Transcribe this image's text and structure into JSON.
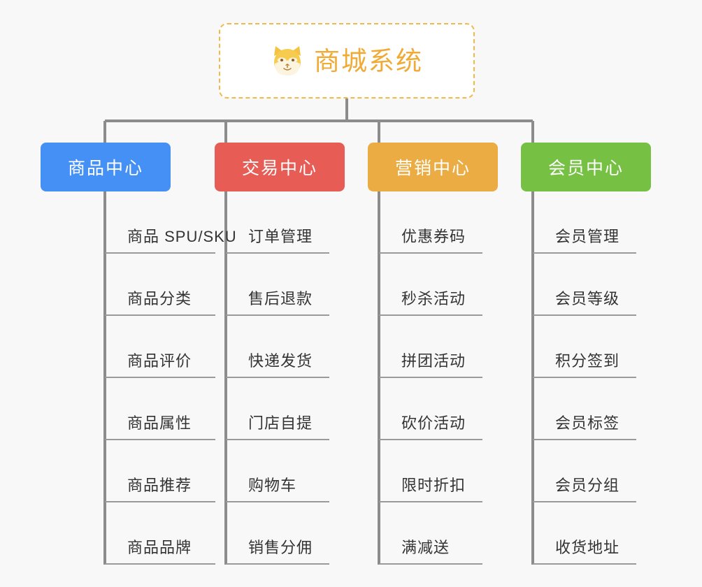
{
  "root": {
    "title": "商城系统",
    "icon": "shiba-dog-icon",
    "border_color": "#f0b94a",
    "text_color": "#f0ab36",
    "background": "#ffffff"
  },
  "canvas": {
    "background": "#f8f8f8",
    "connector_color": "#8c8c8c",
    "leaf_line_color": "#9a9a9a",
    "leaf_text_color": "#333333"
  },
  "branches": [
    {
      "label": "商品中心",
      "color": "#4590f5",
      "items": [
        "商品 SPU/SKU",
        "商品分类",
        "商品评价",
        "商品属性",
        "商品推荐",
        "商品品牌"
      ]
    },
    {
      "label": "交易中心",
      "color": "#e75c55",
      "items": [
        "订单管理",
        "售后退款",
        "快递发货",
        "门店自提",
        "购物车",
        "销售分佣"
      ]
    },
    {
      "label": "营销中心",
      "color": "#eaac43",
      "items": [
        "优惠券码",
        "秒杀活动",
        "拼团活动",
        "砍价活动",
        "限时折扣",
        "满减送"
      ]
    },
    {
      "label": "会员中心",
      "color": "#76c043",
      "items": [
        "会员管理",
        "会员等级",
        "积分签到",
        "会员标签",
        "会员分组",
        "收货地址"
      ]
    }
  ]
}
